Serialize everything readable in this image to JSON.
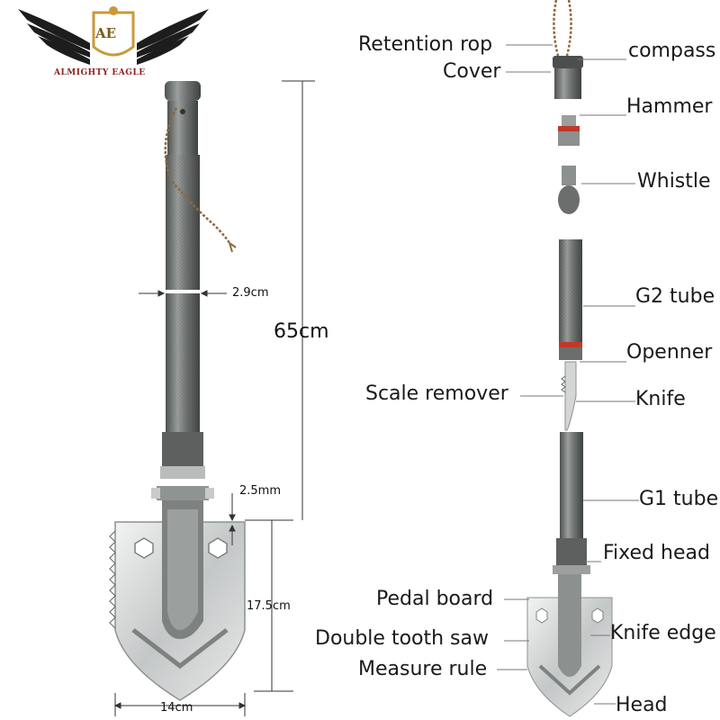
{
  "brand": {
    "name": "ALMIGHTY EAGLE",
    "mark": "AE"
  },
  "dimensions": {
    "length": "65cm",
    "tube_diameter": "2.9cm",
    "blade_thickness": "2.5mm",
    "blade_height": "17.5cm",
    "blade_width": "14cm"
  },
  "parts": {
    "retention_rope": "Retention rop",
    "compass": "compass",
    "cover": "Cover",
    "hammer": "Hammer",
    "whistle": "Whistle",
    "g2_tube": "G2 tube",
    "opener": "Openner",
    "scale_remover": "Scale remover",
    "knife": "Knife",
    "g1_tube": "G1 tube",
    "fixed_head": "Fixed head",
    "pedal_board": "Pedal board",
    "knife_edge": "Knife edge",
    "double_tooth_saw": "Double tooth saw",
    "measure_rule": "Measure rule",
    "head": "Head"
  },
  "colors": {
    "metal_dark": "#6b6e6d",
    "metal_mid": "#8c908f",
    "metal_light": "#c9ccca",
    "blade": "#d9dbdb",
    "accent_red": "#c0392b",
    "rope": "#8b6a3e",
    "logo_gold": "#c99a3a",
    "logo_red": "#8a1f1f"
  }
}
